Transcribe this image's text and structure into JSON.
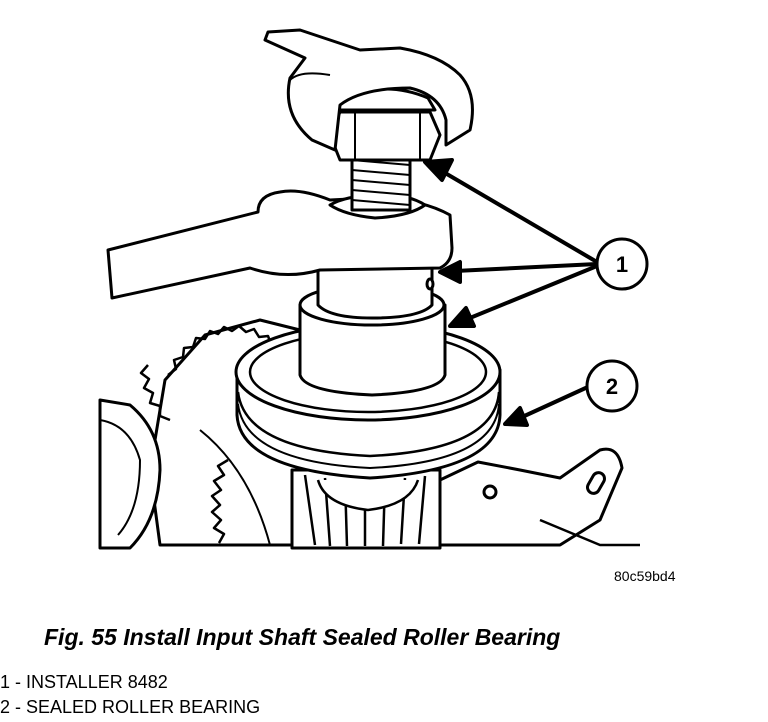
{
  "figure": {
    "drawing_code": "80c59bd4",
    "caption": "Fig. 55 Install Input Shaft Sealed Roller Bearing"
  },
  "callouts": [
    {
      "number": "1"
    },
    {
      "number": "2"
    }
  ],
  "legend": [
    "1 - INSTALLER 8482",
    "2 - SEALED ROLLER BEARING"
  ]
}
